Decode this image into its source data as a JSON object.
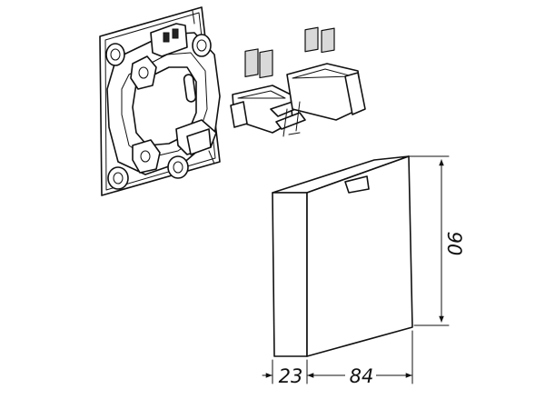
{
  "dimensions": {
    "height": "90",
    "depth": "23",
    "width": "84"
  }
}
